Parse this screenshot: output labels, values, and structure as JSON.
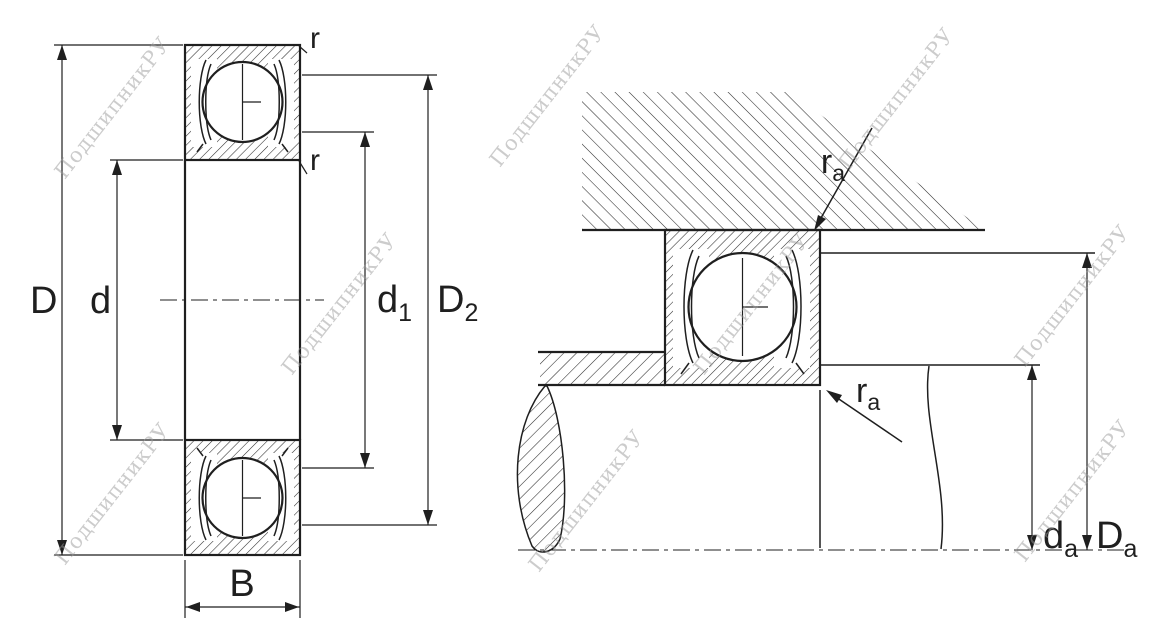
{
  "watermark": {
    "text": "ПодшипникРУ"
  },
  "front_view": {
    "labels": {
      "outer_diameter": "D",
      "bore_diameter": "d",
      "d1_base": "d",
      "d1_sub": "1",
      "d2_base": "D",
      "d2_sub": "2",
      "width": "B",
      "corner_radius_top": "r",
      "corner_radius_mid": "r"
    }
  },
  "mounting_view": {
    "labels": {
      "ra_top_base": "r",
      "ra_top_sub": "a",
      "ra_bottom_base": "r",
      "ra_bottom_sub": "a",
      "da_base": "d",
      "da_sub": "a",
      "Da_base": "D",
      "Da_sub": "a"
    }
  },
  "colors": {
    "ink": "#1f1f1f",
    "watermark": "#9a9a9a",
    "background": "#ffffff"
  }
}
